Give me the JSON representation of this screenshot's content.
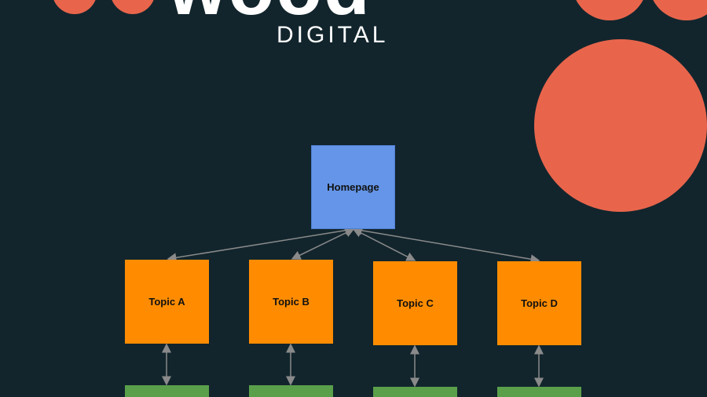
{
  "brand": {
    "wordmark": "wood",
    "subtitle": "DIGITAL",
    "accent_color": "#e8654c"
  },
  "diagram": {
    "root": {
      "label": "Homepage",
      "color": "#6495e8"
    },
    "topics": [
      {
        "label": "Topic A"
      },
      {
        "label": "Topic B"
      },
      {
        "label": "Topic C"
      },
      {
        "label": "Topic D"
      }
    ],
    "topic_color": "#ff8c00",
    "subpage_color": "#5aa04a",
    "connector_color": "#8a8a8a",
    "connectors": "bidirectional"
  }
}
